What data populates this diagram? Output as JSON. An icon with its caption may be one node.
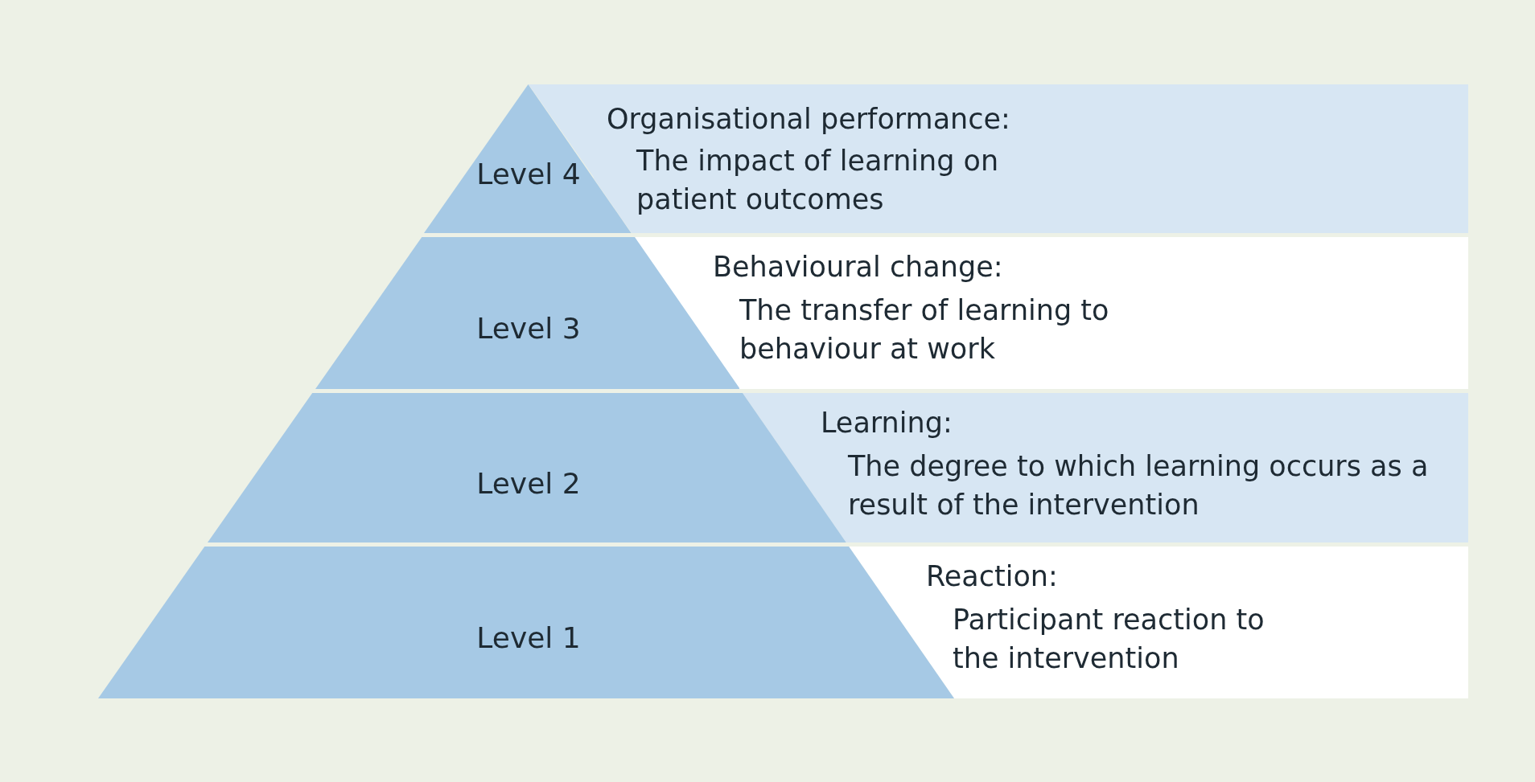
{
  "diagram": {
    "nodes": [
      {
        "text": [
          "Level 4"
        ]
      },
      {
        "text": [
          "Organisational performance:",
          "The impact of learning on patient outcomes"
        ]
      },
      {
        "text": [
          "Level 3"
        ]
      },
      {
        "text": [
          "Behavioural change:",
          "The transfer of learning to behaviour at work"
        ]
      },
      {
        "text": [
          "Level 2"
        ]
      },
      {
        "text": [
          "Learning:",
          "The degree to which learning occurs as a result of the intervention"
        ]
      },
      {
        "text": [
          "Level 1"
        ]
      },
      {
        "text": [
          "Reaction:",
          "Participant reaction to the intervention"
        ]
      }
    ]
  }
}
